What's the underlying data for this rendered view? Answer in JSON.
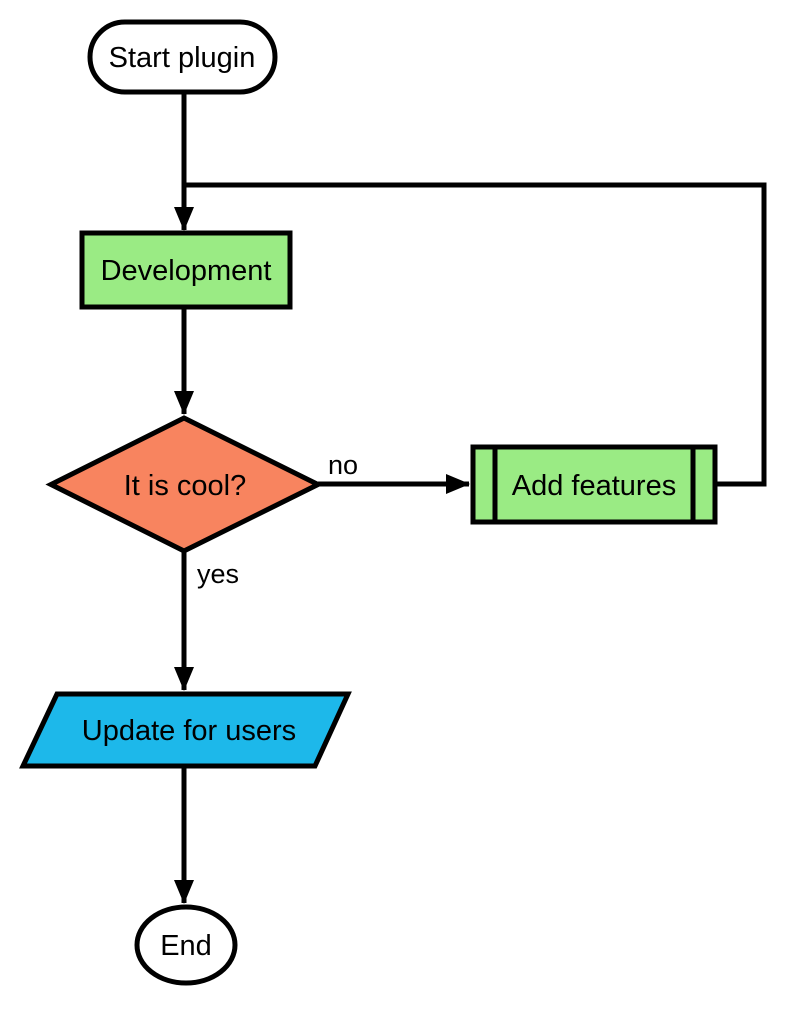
{
  "diagram": {
    "type": "flowchart",
    "background": "#ffffff",
    "stroke_color": "#000000",
    "nodes": {
      "start": {
        "label": "Start plugin",
        "shape": "terminator",
        "fill": "#ffffff"
      },
      "development": {
        "label": "Development",
        "shape": "process",
        "fill": "#9aeb84"
      },
      "decision": {
        "label": "It is cool?",
        "shape": "decision",
        "fill": "#f8845f"
      },
      "add_features": {
        "label": "Add features",
        "shape": "subroutine",
        "fill": "#9aeb84"
      },
      "update": {
        "label": "Update for users",
        "shape": "input-output",
        "fill": "#1db8ea"
      },
      "end": {
        "label": "End",
        "shape": "terminator",
        "fill": "#ffffff"
      }
    },
    "edges": {
      "no_label": "no",
      "yes_label": "yes"
    }
  }
}
